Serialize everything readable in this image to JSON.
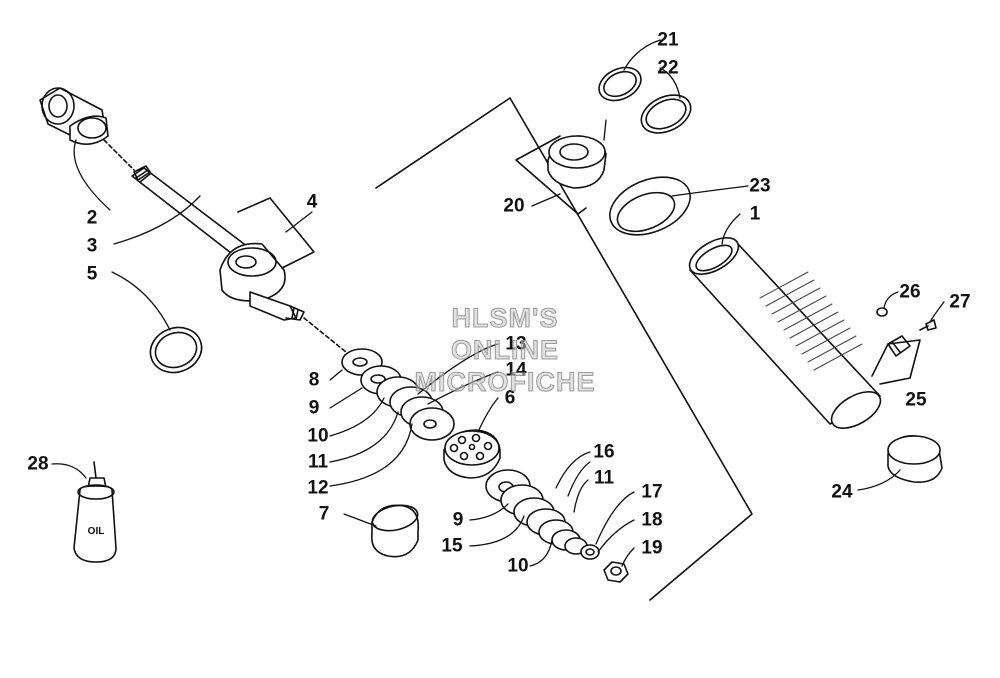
{
  "colors": {
    "ink": "#111111",
    "paper": "#ffffff",
    "watermark": "#bdbdbd"
  },
  "callouts": [
    {
      "id": "c1",
      "text": "1"
    },
    {
      "id": "c2",
      "text": "2"
    },
    {
      "id": "c3",
      "text": "3"
    },
    {
      "id": "c4",
      "text": "4"
    },
    {
      "id": "c5",
      "text": "5"
    },
    {
      "id": "c6",
      "text": "6"
    },
    {
      "id": "c7",
      "text": "7"
    },
    {
      "id": "c8",
      "text": "8"
    },
    {
      "id": "c9a",
      "text": "9"
    },
    {
      "id": "c9b",
      "text": "9"
    },
    {
      "id": "c10a",
      "text": "10"
    },
    {
      "id": "c10b",
      "text": "10"
    },
    {
      "id": "c11a",
      "text": "11"
    },
    {
      "id": "c11b",
      "text": "11"
    },
    {
      "id": "c12",
      "text": "12"
    },
    {
      "id": "c13",
      "text": "13"
    },
    {
      "id": "c14",
      "text": "14"
    },
    {
      "id": "c15",
      "text": "15"
    },
    {
      "id": "c16",
      "text": "16"
    },
    {
      "id": "c17",
      "text": "17"
    },
    {
      "id": "c18",
      "text": "18"
    },
    {
      "id": "c19",
      "text": "19"
    },
    {
      "id": "c20",
      "text": "20"
    },
    {
      "id": "c21",
      "text": "21"
    },
    {
      "id": "c22",
      "text": "22"
    },
    {
      "id": "c23",
      "text": "23"
    },
    {
      "id": "c24",
      "text": "24"
    },
    {
      "id": "c25",
      "text": "25"
    },
    {
      "id": "c26",
      "text": "26"
    },
    {
      "id": "c27",
      "text": "27"
    },
    {
      "id": "c28",
      "text": "28"
    }
  ],
  "oil_bottle_label": "OIL",
  "watermark": {
    "line1": "HLSM'S",
    "line2": "ONLINE",
    "line3": "MICROFICHE"
  }
}
